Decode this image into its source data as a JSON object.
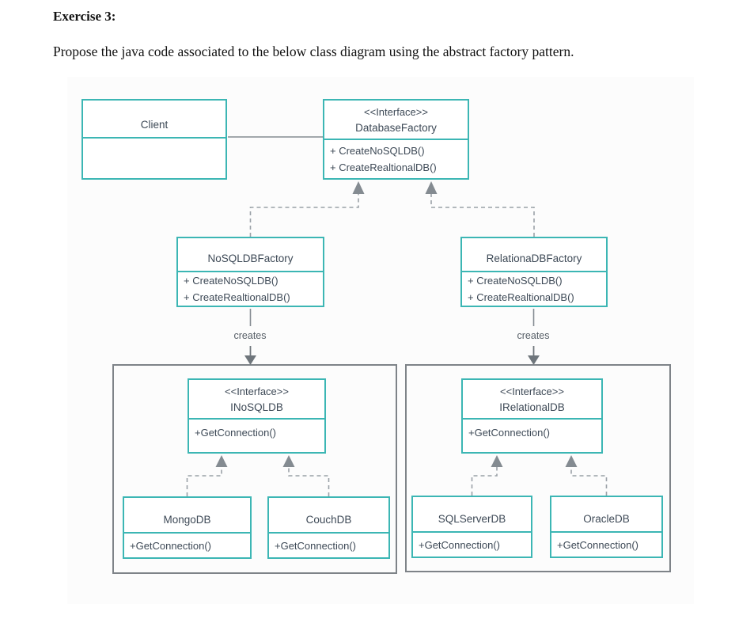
{
  "page": {
    "heading": "Exercise 3:",
    "instruction": "Propose the java code associated to the below class diagram using the abstract factory pattern."
  },
  "colors": {
    "box_border": "#3cb6b4",
    "group_border": "#7e8388",
    "connector": "#848b91",
    "dashed_connector": "#9aa1a7",
    "text": "#3d4956"
  },
  "diagram": {
    "client": {
      "title": "Client"
    },
    "database_factory": {
      "stereotype": "<<Interface>>",
      "title": "DatabaseFactory",
      "methods": [
        "+ CreateNoSQLDB()",
        "+ CreateRealtionalDB()"
      ]
    },
    "nosql_factory": {
      "title": "NoSQLDBFactory",
      "methods": [
        "+ CreateNoSQLDB()",
        "+ CreateRealtionalDB()"
      ]
    },
    "relational_factory": {
      "title": "RelationaDBFactory",
      "methods": [
        "+ CreateNoSQLDB()",
        "+ CreateRealtionalDB()"
      ]
    },
    "creates_left": "creates",
    "creates_right": "creates",
    "nosql_group": {
      "interface": {
        "stereotype": "<<Interface>>",
        "title": "INoSQLDB",
        "methods": [
          "+GetConnection()"
        ]
      },
      "classes": [
        {
          "title": "MongoDB",
          "methods": [
            "+GetConnection()"
          ]
        },
        {
          "title": "CouchDB",
          "methods": [
            "+GetConnection()"
          ]
        }
      ]
    },
    "relational_group": {
      "interface": {
        "stereotype": "<<Interface>>",
        "title": "IRelationalDB",
        "methods": [
          "+GetConnection()"
        ]
      },
      "classes": [
        {
          "title": "SQLServerDB",
          "methods": [
            "+GetConnection()"
          ]
        },
        {
          "title": "OracleDB",
          "methods": [
            "+GetConnection()"
          ]
        }
      ]
    }
  }
}
